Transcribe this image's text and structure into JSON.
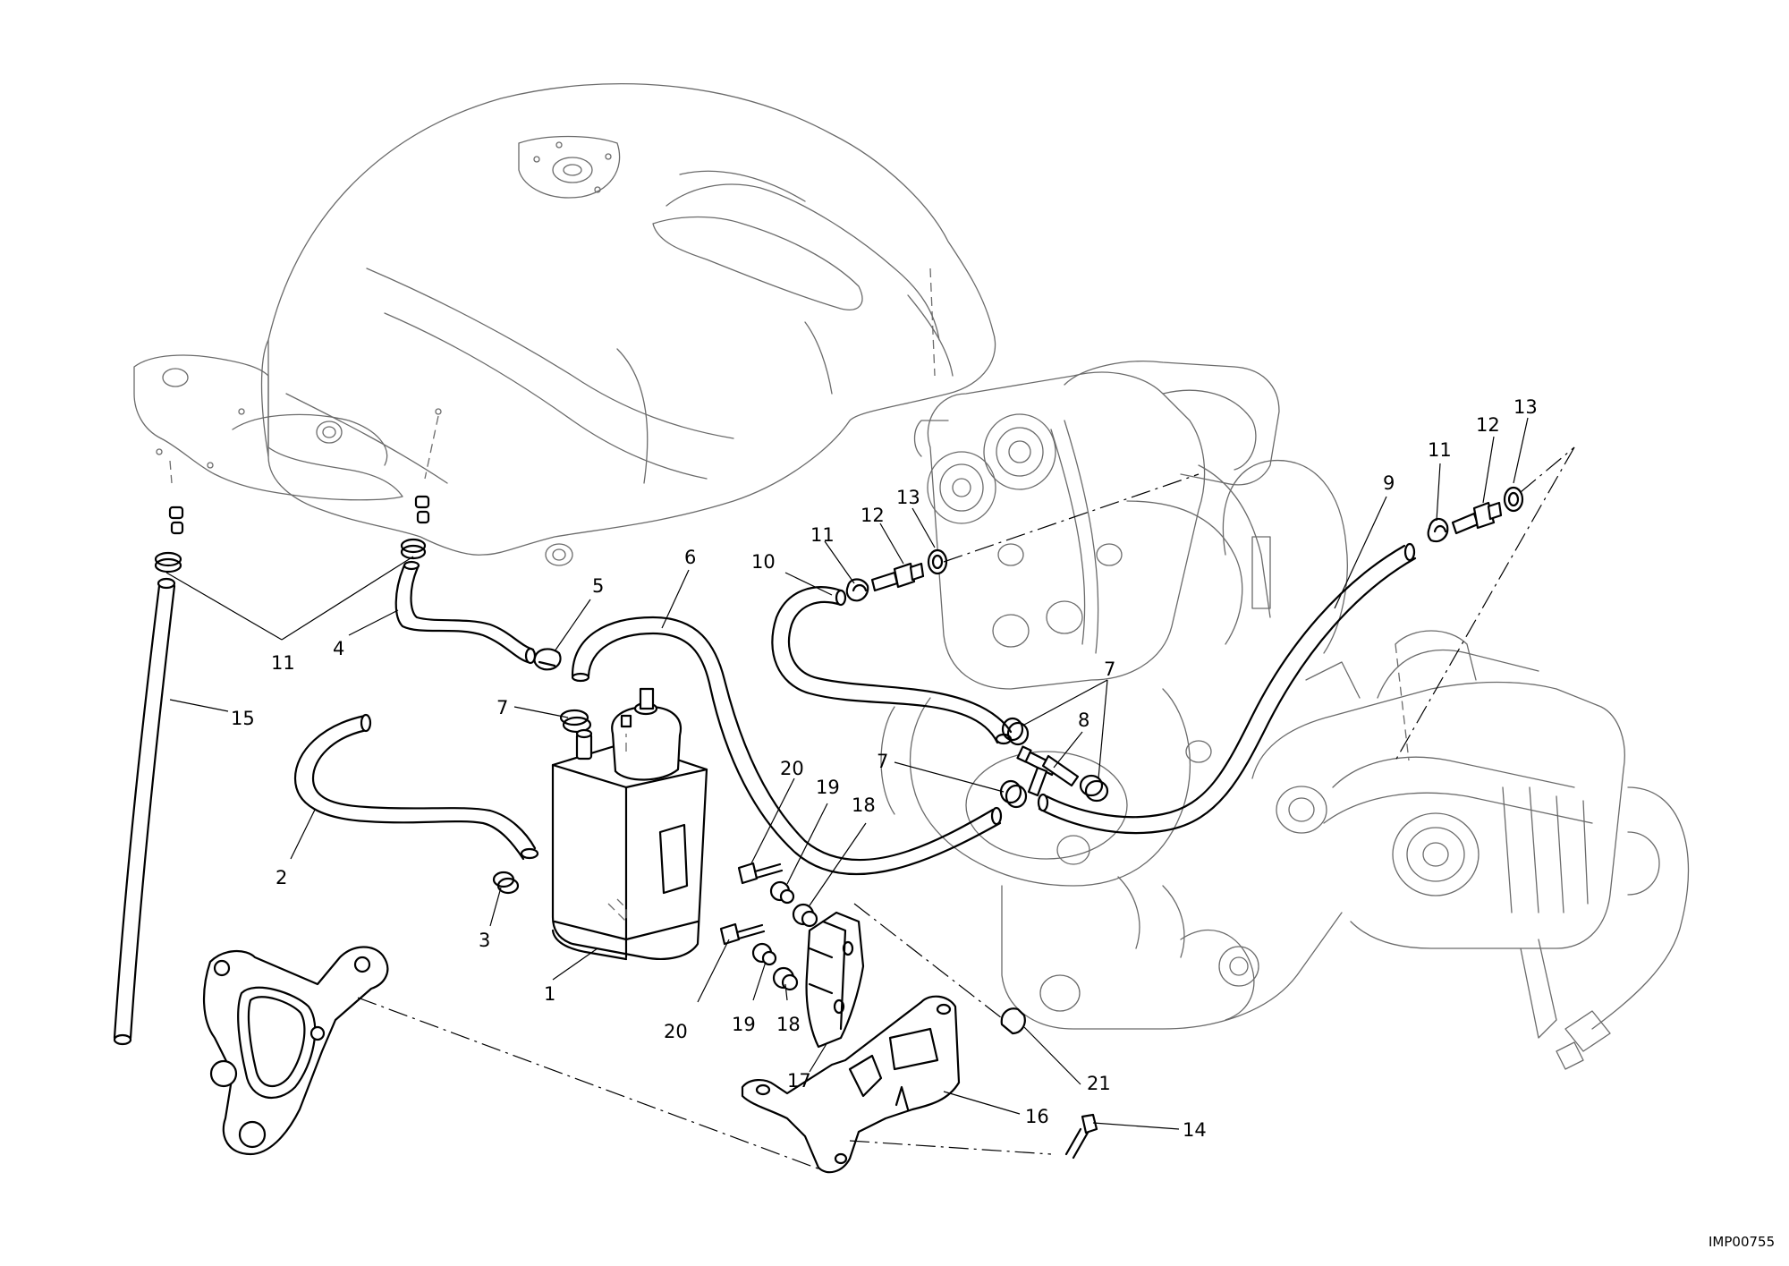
{
  "image_code": "IMP00755",
  "callouts": [
    {
      "id": "c1",
      "label": "1"
    },
    {
      "id": "c2",
      "label": "2"
    },
    {
      "id": "c3",
      "label": "3"
    },
    {
      "id": "c4",
      "label": "4"
    },
    {
      "id": "c5",
      "label": "5"
    },
    {
      "id": "c6",
      "label": "6"
    },
    {
      "id": "c7a",
      "label": "7"
    },
    {
      "id": "c7b",
      "label": "7"
    },
    {
      "id": "c7c",
      "label": "7"
    },
    {
      "id": "c8",
      "label": "8"
    },
    {
      "id": "c9",
      "label": "9"
    },
    {
      "id": "c10",
      "label": "10"
    },
    {
      "id": "c11a",
      "label": "11"
    },
    {
      "id": "c11b",
      "label": "11"
    },
    {
      "id": "c11c",
      "label": "11"
    },
    {
      "id": "c12a",
      "label": "12"
    },
    {
      "id": "c12b",
      "label": "12"
    },
    {
      "id": "c13a",
      "label": "13"
    },
    {
      "id": "c13b",
      "label": "13"
    },
    {
      "id": "c14",
      "label": "14"
    },
    {
      "id": "c15",
      "label": "15"
    },
    {
      "id": "c16",
      "label": "16"
    },
    {
      "id": "c17",
      "label": "17"
    },
    {
      "id": "c18a",
      "label": "18"
    },
    {
      "id": "c18b",
      "label": "18"
    },
    {
      "id": "c19a",
      "label": "19"
    },
    {
      "id": "c19b",
      "label": "19"
    },
    {
      "id": "c20a",
      "label": "20"
    },
    {
      "id": "c20b",
      "label": "20"
    },
    {
      "id": "c21",
      "label": "21"
    }
  ]
}
